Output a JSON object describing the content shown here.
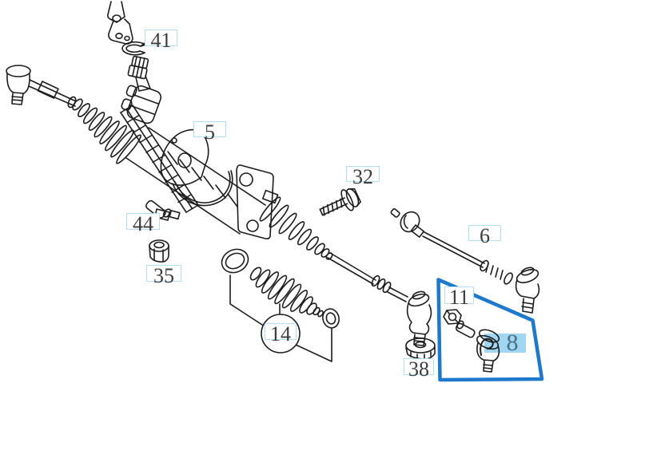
{
  "colors": {
    "background": "#ffffff",
    "line": "#1c1c1c",
    "label_border": "#b0dff2",
    "label_text": "#3d3d3d",
    "highlight_fill": "#9fd6f2",
    "highlight_text": "#4c6e84",
    "selection_outline": "#1e78cc"
  },
  "labels": {
    "l41": "41",
    "l5": "5",
    "l32": "32",
    "l44": "44",
    "l35": "35",
    "l14": "14",
    "l38": "38",
    "l11": "11",
    "l6": "6",
    "l8": "8"
  }
}
